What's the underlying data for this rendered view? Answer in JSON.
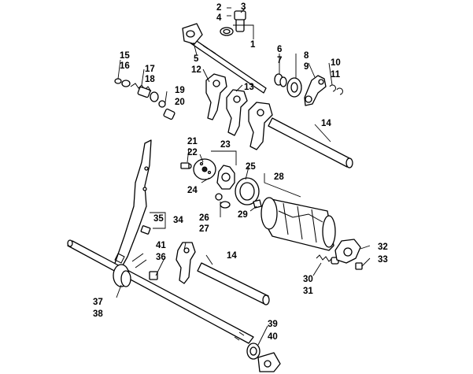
{
  "diagram": {
    "type": "exploded-parts-diagram",
    "callouts": {
      "c1": "1",
      "c2": "2",
      "c3": "3",
      "c4": "4",
      "c5": "5",
      "c6": "6",
      "c7": "7",
      "c8": "8",
      "c9": "9",
      "c10": "10",
      "c11": "11",
      "c12": "12",
      "c13": "13",
      "c14a": "14",
      "c14b": "14",
      "c15": "15",
      "c16": "16",
      "c17": "17",
      "c18": "18",
      "c19": "19",
      "c20": "20",
      "c21": "21",
      "c22": "22",
      "c23": "23",
      "c24": "24",
      "c25": "25",
      "c26": "26",
      "c27": "27",
      "c28": "28",
      "c29": "29",
      "c30": "30",
      "c31": "31",
      "c32": "32",
      "c33": "33",
      "c34": "34",
      "c35": "35",
      "c36": "36",
      "c37": "37",
      "c38": "38",
      "c39": "39",
      "c40": "40",
      "c41": "41"
    }
  }
}
